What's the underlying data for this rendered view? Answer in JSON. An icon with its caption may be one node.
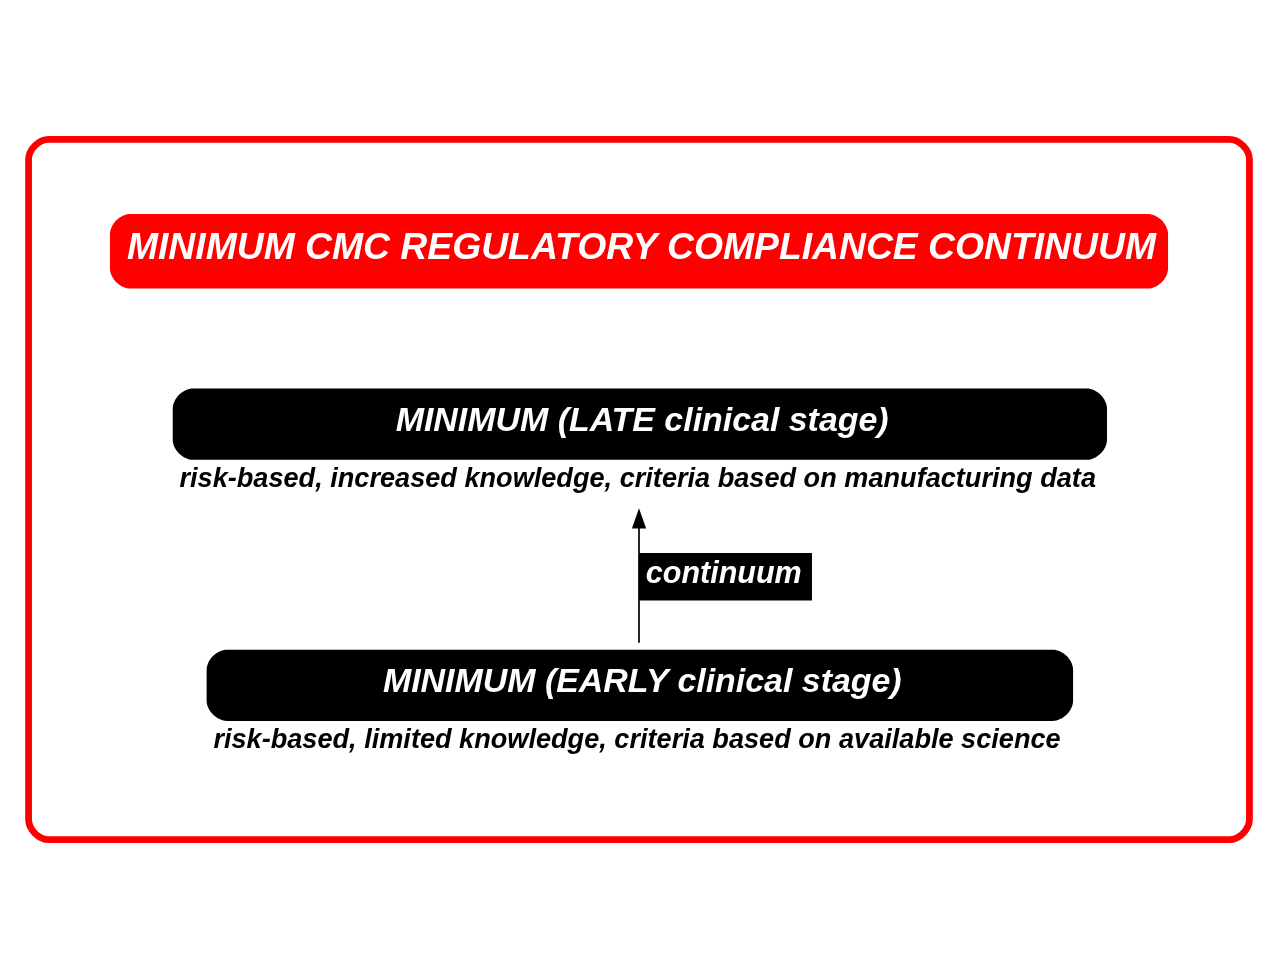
{
  "diagram": {
    "nodes": [
      {
        "text": [],
        "shape": "ellipse"
      },
      {
        "text": [
          "MINIMUM CMC REGULATORY COMPLIANCE CONTINUUM"
        ],
        "in": 0
      },
      {
        "text": [
          "MINIMUM (LATE clinical stage)"
        ],
        "in": 0,
        "beside": [
          "risk-based, increased knowledge, criteria based on manufacturing data"
        ]
      },
      {
        "text": [
          "MINIMUM (EARLY clinical stage)"
        ],
        "in": 0,
        "beside": [
          "risk-based, limited knowledge, criteria based on available science"
        ]
      }
    ],
    "edges": [
      {
        "from": 3,
        "to": 2,
        "arrow": "to",
        "label": "continuum"
      }
    ]
  }
}
